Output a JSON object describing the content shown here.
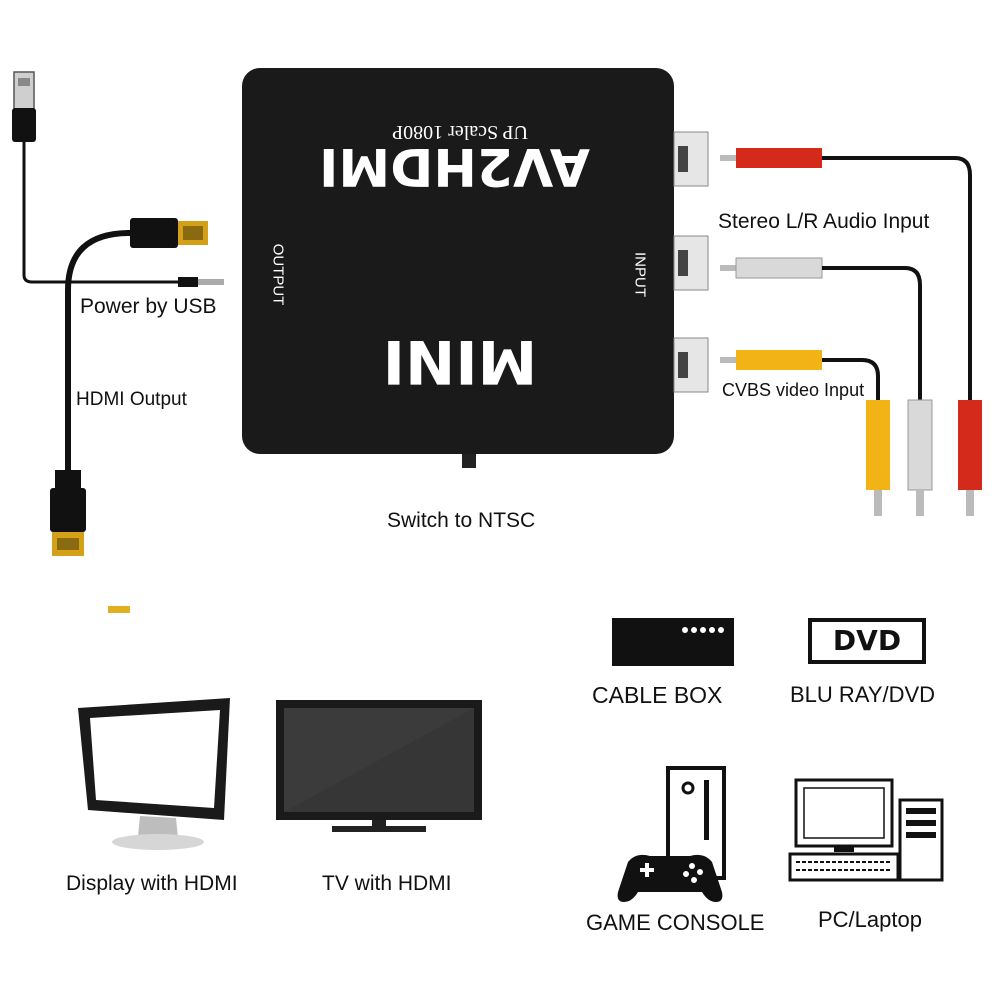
{
  "device": {
    "brand": "AV2HDMI",
    "subtitle": "UP Scaler 1080P",
    "model": "MINI",
    "output_side": "OUTPUT",
    "input_side": "INPUT"
  },
  "labels": {
    "power": "Power by USB",
    "hdmi_output": "HDMI Output",
    "audio_input": "Stereo L/R Audio Input",
    "video_input": "CVBS video Input",
    "switch": "Switch to NTSC"
  },
  "outputs": {
    "display": "Display with HDMI",
    "tv": "TV with HDMI"
  },
  "sources": {
    "cable_box": "CABLE BOX",
    "dvd_logo": "DVD",
    "bluray": "BLU RAY/DVD",
    "game": "GAME CONSOLE",
    "pc": "PC/Laptop"
  },
  "colors": {
    "device_body": "#1a1a1a",
    "rca_red": "#d42a1c",
    "rca_white": "#d9d9d9",
    "rca_yellow": "#f2b316",
    "hdmi_gold": "#d4a017"
  }
}
